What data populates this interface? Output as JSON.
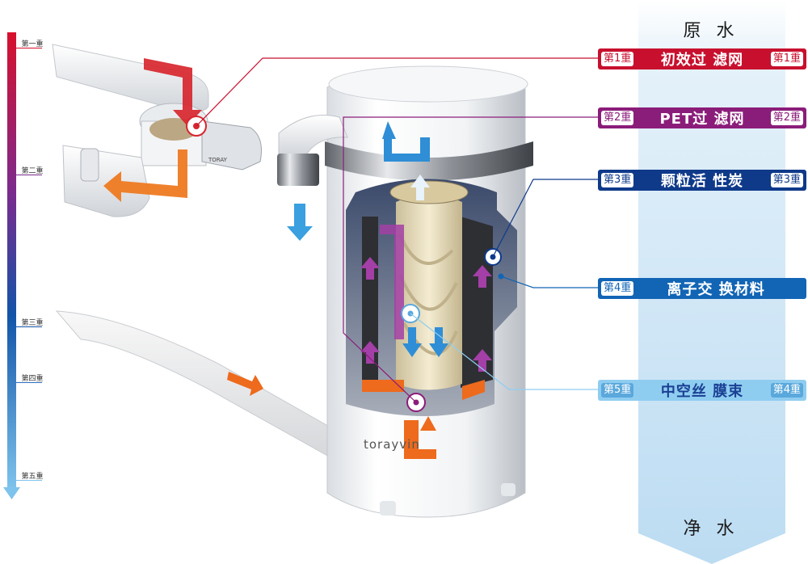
{
  "band": {
    "top_label": "原 水",
    "bottom_label": "净 水",
    "color_top": "#ffffff",
    "color_bottom": "#bcdcf2"
  },
  "stages": [
    {
      "left_badge": "第1重",
      "name": "初效过 滤网",
      "right_badge": "第1重",
      "color": "#c8102e",
      "badge_text_color": "#c8102e"
    },
    {
      "left_badge": "第2重",
      "name": "PET过 滤网",
      "right_badge": "第2重",
      "color": "#8b1d7a",
      "badge_text_color": "#8b1d7a"
    },
    {
      "left_badge": "第3重",
      "name": "颗粒活 性炭",
      "right_badge": "第3重",
      "color": "#0f3a8a",
      "badge_text_color": "#0f3a8a"
    },
    {
      "left_badge": "第4重",
      "name": "离子交 换材料",
      "right_badge": "",
      "color": "#1265b5",
      "badge_text_color": "#1265b5"
    },
    {
      "left_badge": "第5重",
      "name": "中空丝 膜束",
      "right_badge": "第4重",
      "color": "#8fcdf0",
      "badge_text_color": "#5aa8dc"
    }
  ],
  "side_scale": {
    "labels": [
      "第一重",
      "第二重",
      "第三重",
      "第四重",
      "第五重"
    ],
    "color_top": "#d8102c",
    "color_mid": "#7b2a8e",
    "color_low": "#1254a8",
    "color_bottom": "#7ec3ec"
  },
  "product": {
    "brand": "torayvin",
    "stamp": "TORAY"
  },
  "colors": {
    "red": "#c8102e",
    "purple": "#8b1d7a",
    "navy": "#0f3a8a",
    "blue": "#1265b5",
    "light_blue": "#8fcdf0",
    "orange": "#ee6a1c",
    "flow_blue": "#3aa0df",
    "flow_purple": "#a33fa6"
  }
}
